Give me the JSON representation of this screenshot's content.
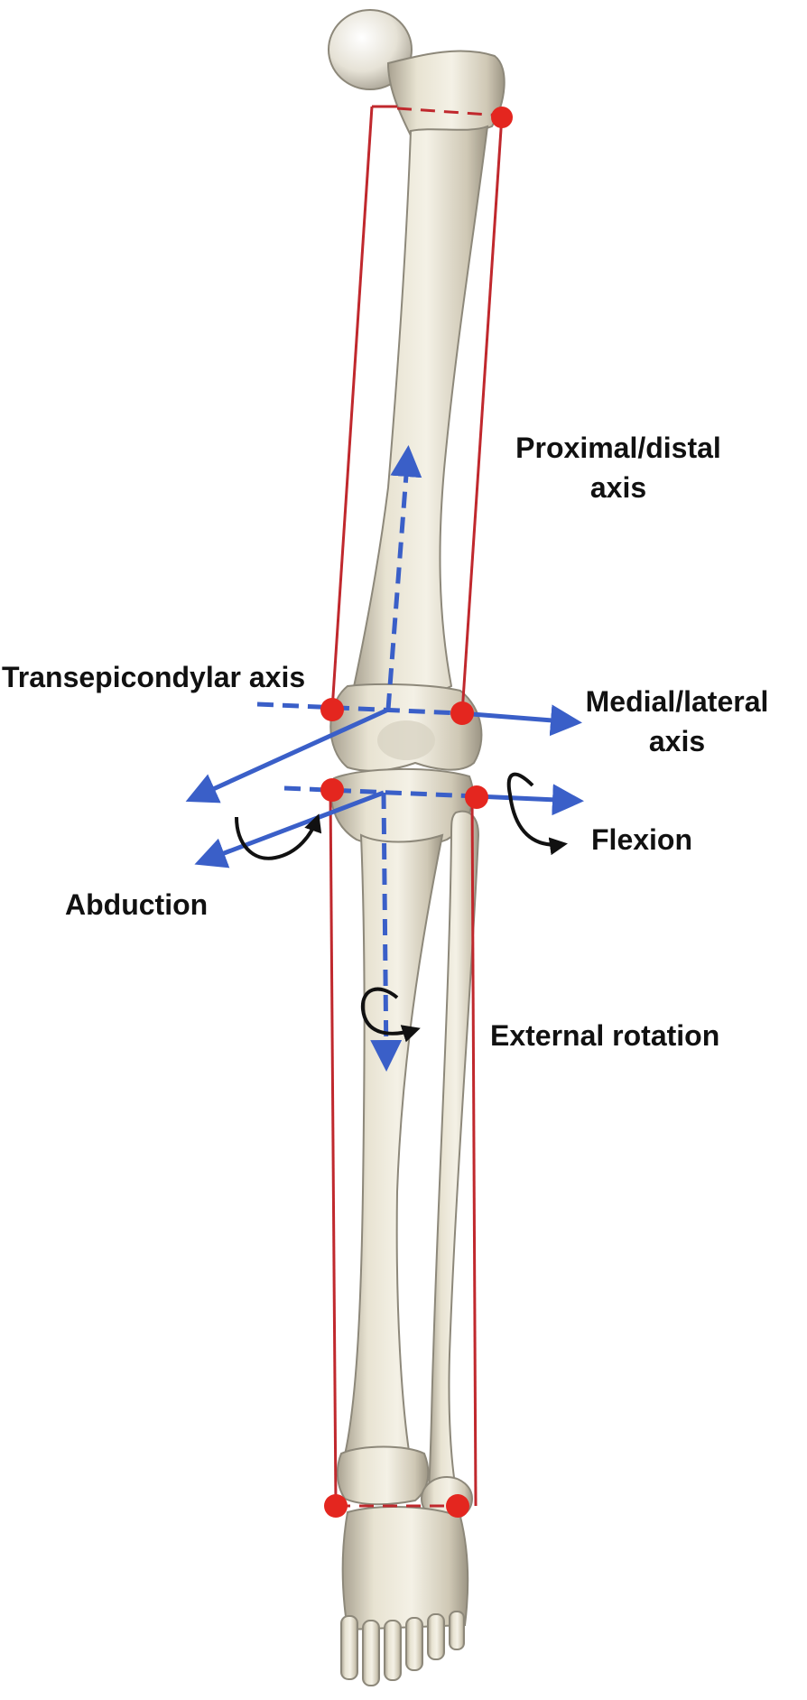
{
  "labels": {
    "proximal_distal": [
      "Proximal/distal",
      "axis"
    ],
    "transepicondylar": "Transepicondylar axis",
    "medial_lateral": [
      "Medial/lateral",
      "axis"
    ],
    "flexion": "Flexion",
    "abduction": "Abduction",
    "external_rotation": "External rotation"
  },
  "colors": {
    "segment_box": "#c0282d",
    "landmark": "#e4261f",
    "axis": "#3a5fc8",
    "rotation": "#111111",
    "bone": "#ece7d6",
    "bone_shade": "#b9b2a0"
  },
  "icons": [
    "femur-illustration",
    "tibia-illustration",
    "fibula-illustration",
    "foot-illustration"
  ]
}
